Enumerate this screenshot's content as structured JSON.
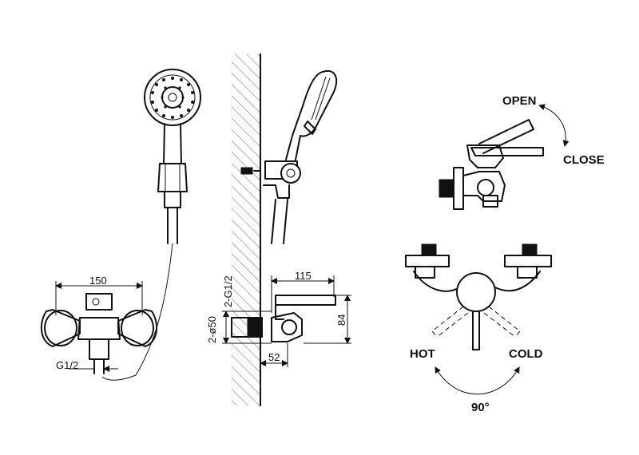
{
  "labels": {
    "open": "OPEN",
    "close": "CLOSE",
    "hot": "HOT",
    "cold": "COLD",
    "angle": "90°"
  },
  "dimensions": {
    "width_150": "150",
    "thread_g12": "G1/2",
    "thread_2g12": "2-G1/2",
    "diameter_2_50": "2-ø50",
    "depth_115": "115",
    "height_84": "84",
    "offset_52": "52"
  },
  "colors": {
    "line": "#111111",
    "background": "#ffffff",
    "hatch": "#999999"
  }
}
